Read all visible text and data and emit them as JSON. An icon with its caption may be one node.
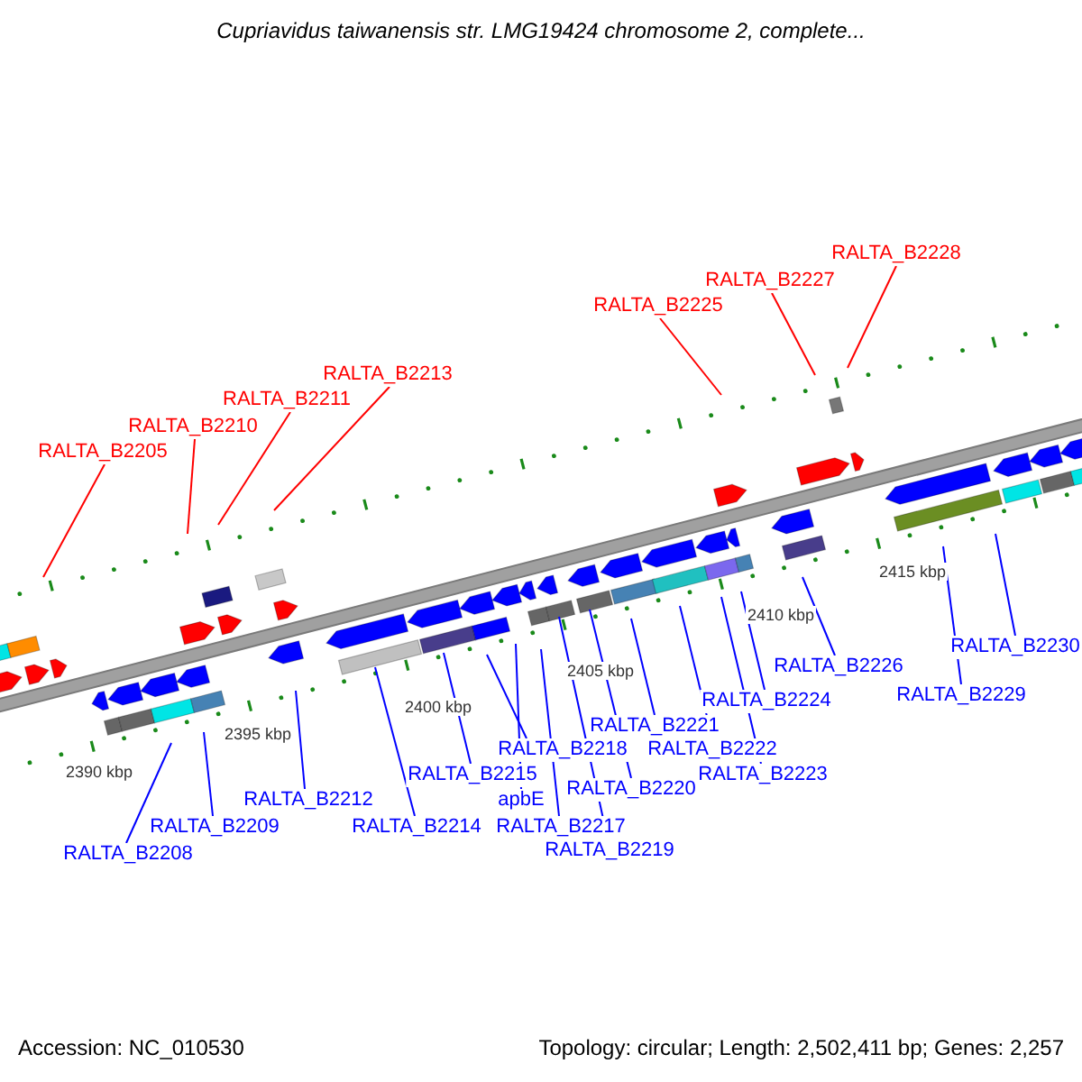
{
  "diagram": {
    "title": "Cupriavidus taiwanensis str. LMG19424 chromosome 2, complete...",
    "nodes": [
      {
        "text": [
          "RALTA_B2228"
        ]
      },
      {
        "text": [
          "RALTA_B2227"
        ]
      },
      {
        "text": [
          "RALTA_B2225"
        ]
      },
      {
        "text": [
          "RALTA_B2213"
        ]
      },
      {
        "text": [
          "RALTA_B2211"
        ]
      },
      {
        "text": [
          "RALTA_B2210"
        ]
      },
      {
        "text": [
          "RALTA_B2205"
        ]
      },
      {
        "text": [
          "RALTA_B2230"
        ]
      },
      {
        "text": [
          "RALTA_B2226"
        ]
      },
      {
        "text": [
          "RALTA_B2229"
        ]
      },
      {
        "text": [
          "RALTA_B2224"
        ]
      },
      {
        "text": [
          "RALTA_B2221"
        ]
      },
      {
        "text": [
          "RALTA_B2218"
        ]
      },
      {
        "text": [
          "RALTA_B2222"
        ]
      },
      {
        "text": [
          "RALTA_B2215"
        ]
      },
      {
        "text": [
          "RALTA_B2223"
        ]
      },
      {
        "text": [
          "apbE"
        ]
      },
      {
        "text": [
          "RALTA_B2220"
        ]
      },
      {
        "text": [
          "RALTA_B2212"
        ]
      },
      {
        "text": [
          "RALTA_B2209"
        ]
      },
      {
        "text": [
          "RALTA_B2217"
        ]
      },
      {
        "text": [
          "RALTA_B2214"
        ]
      },
      {
        "text": [
          "RALTA_B2219"
        ]
      },
      {
        "text": [
          "RALTA_B2208"
        ]
      }
    ],
    "edges": [
      {
        "from": 0,
        "to": null,
        "arrow": "none",
        "color": "#ff0000"
      },
      {
        "from": 1,
        "to": null,
        "arrow": "none",
        "color": "#ff0000"
      },
      {
        "from": 2,
        "to": null,
        "arrow": "none",
        "color": "#ff0000"
      },
      {
        "from": 3,
        "to": null,
        "arrow": "none",
        "color": "#ff0000"
      },
      {
        "from": 4,
        "to": null,
        "arrow": "none",
        "color": "#ff0000"
      },
      {
        "from": 5,
        "to": null,
        "arrow": "none",
        "color": "#ff0000"
      },
      {
        "from": 6,
        "to": null,
        "arrow": "none",
        "color": "#ff0000"
      },
      {
        "from": 7,
        "to": null,
        "arrow": "none"
      },
      {
        "from": 8,
        "to": null,
        "arrow": "none"
      },
      {
        "from": 9,
        "to": null,
        "arrow": "none"
      },
      {
        "from": 10,
        "to": null,
        "arrow": "none"
      },
      {
        "from": 11,
        "to": null,
        "arrow": "none"
      },
      {
        "from": 12,
        "to": null,
        "arrow": "none"
      },
      {
        "from": 13,
        "to": null,
        "arrow": "none"
      },
      {
        "from": 14,
        "to": null,
        "arrow": "none"
      },
      {
        "from": 15,
        "to": null,
        "arrow": "none"
      },
      {
        "from": 16,
        "to": null,
        "arrow": "none"
      },
      {
        "from": 17,
        "to": null,
        "arrow": "none"
      },
      {
        "from": 18,
        "to": null,
        "arrow": "none"
      },
      {
        "from": 19,
        "to": null,
        "arrow": "none"
      },
      {
        "from": 20,
        "to": null,
        "arrow": "none"
      },
      {
        "from": 21,
        "to": null,
        "arrow": "none"
      },
      {
        "from": 22,
        "to": null,
        "arrow": "none"
      },
      {
        "from": 23,
        "to": null,
        "arrow": "none"
      }
    ],
    "labels": [
      "2390 kbp",
      "2395 kbp",
      "2400 kbp",
      "2405 kbp",
      "2410 kbp",
      "2415 kbp",
      "Accession: NC_010530",
      "Topology: circular; Length: 2,502,411 bp; Genes: 2,257"
    ]
  }
}
